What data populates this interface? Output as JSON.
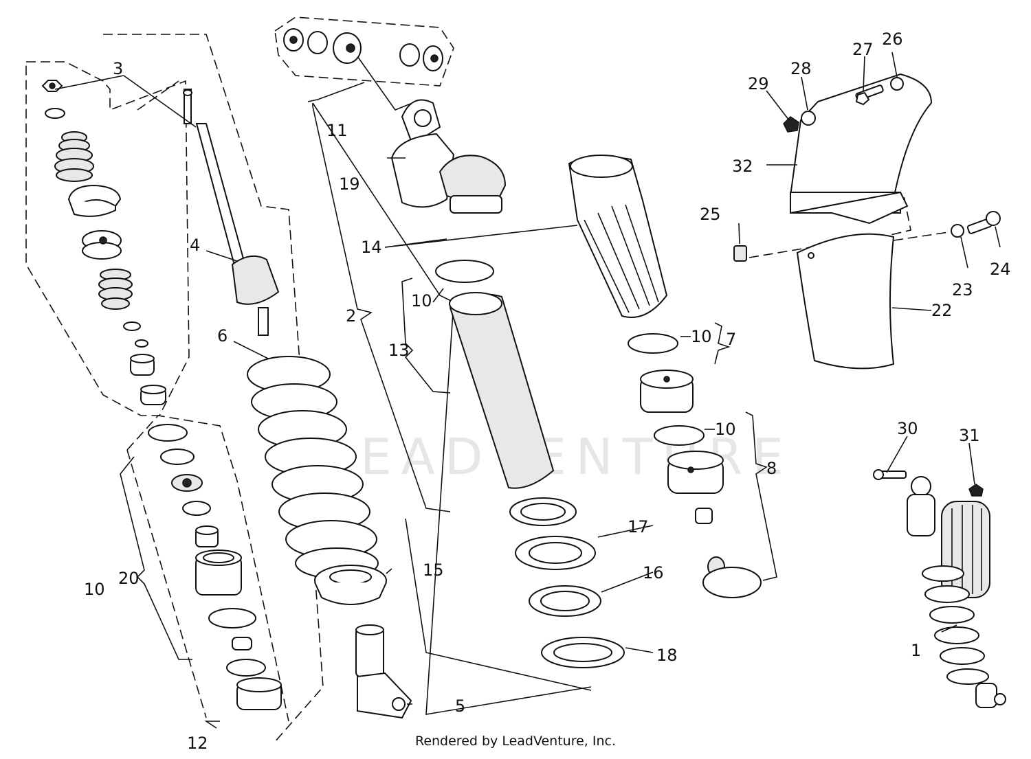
{
  "watermark": "LEADVENTURE",
  "footer": "Rendered by LeadVenture, Inc.",
  "callouts": [
    {
      "id": "c1",
      "text": "1"
    },
    {
      "id": "c2",
      "text": "2"
    },
    {
      "id": "c3",
      "text": "3"
    },
    {
      "id": "c4",
      "text": "4"
    },
    {
      "id": "c5",
      "text": "5"
    },
    {
      "id": "c6",
      "text": "6"
    },
    {
      "id": "c7",
      "text": "7"
    },
    {
      "id": "c8",
      "text": "8"
    },
    {
      "id": "c10a",
      "text": "10"
    },
    {
      "id": "c10b",
      "text": "10"
    },
    {
      "id": "c10c",
      "text": "10"
    },
    {
      "id": "c10d",
      "text": "10"
    },
    {
      "id": "c11",
      "text": "11"
    },
    {
      "id": "c12",
      "text": "12"
    },
    {
      "id": "c13",
      "text": "13"
    },
    {
      "id": "c14",
      "text": "14"
    },
    {
      "id": "c15",
      "text": "15"
    },
    {
      "id": "c16",
      "text": "16"
    },
    {
      "id": "c17",
      "text": "17"
    },
    {
      "id": "c18",
      "text": "18"
    },
    {
      "id": "c19",
      "text": "19"
    },
    {
      "id": "c20",
      "text": "20"
    },
    {
      "id": "c22",
      "text": "22"
    },
    {
      "id": "c23",
      "text": "23"
    },
    {
      "id": "c24",
      "text": "24"
    },
    {
      "id": "c25",
      "text": "25"
    },
    {
      "id": "c26",
      "text": "26"
    },
    {
      "id": "c27",
      "text": "27"
    },
    {
      "id": "c28",
      "text": "28"
    },
    {
      "id": "c29",
      "text": "29"
    },
    {
      "id": "c30",
      "text": "30"
    },
    {
      "id": "c31",
      "text": "31"
    },
    {
      "id": "c32",
      "text": "32"
    }
  ]
}
